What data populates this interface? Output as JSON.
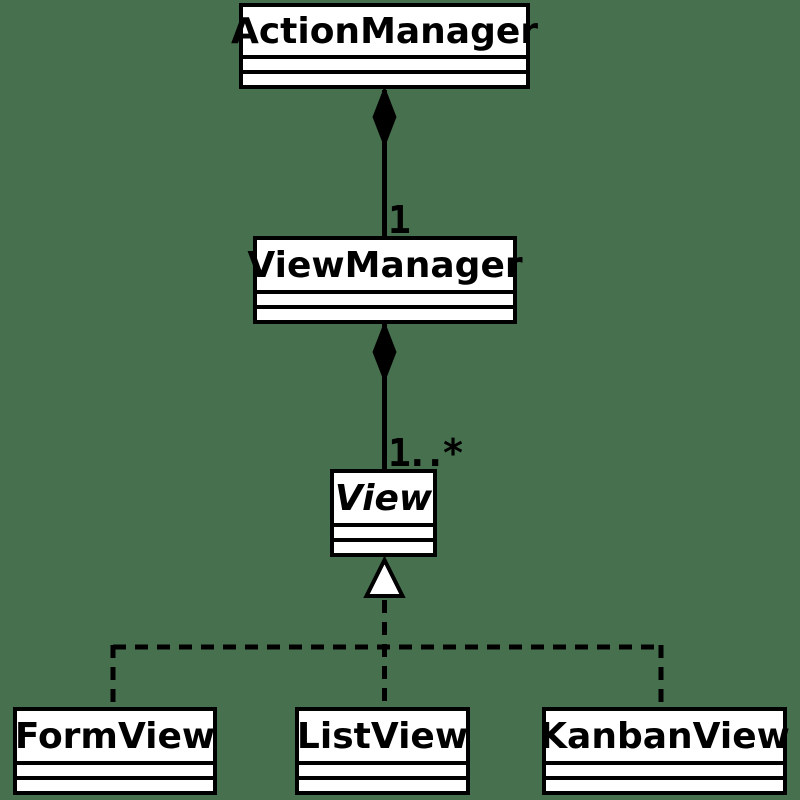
{
  "diagram": {
    "type": "uml-class-diagram",
    "background_color": "#47704E",
    "box_fill_color": "#FFFFFF",
    "line_color": "#000000"
  },
  "classes": [
    {
      "name": "ActionManager",
      "abstract": false
    },
    {
      "name": "ViewManager",
      "abstract": false
    },
    {
      "name": "View",
      "abstract": true
    },
    {
      "name": "FormView",
      "abstract": false
    },
    {
      "name": "ListView",
      "abstract": false
    },
    {
      "name": "KanbanView",
      "abstract": false
    }
  ],
  "relationships": [
    {
      "from": "ActionManager",
      "to": "ViewManager",
      "type": "composition",
      "multiplicity": "1"
    },
    {
      "from": "ViewManager",
      "to": "View",
      "type": "composition",
      "multiplicity": "1..*"
    },
    {
      "from": "View",
      "to": "FormView",
      "type": "realization"
    },
    {
      "from": "View",
      "to": "ListView",
      "type": "realization"
    },
    {
      "from": "View",
      "to": "KanbanView",
      "type": "realization"
    }
  ]
}
